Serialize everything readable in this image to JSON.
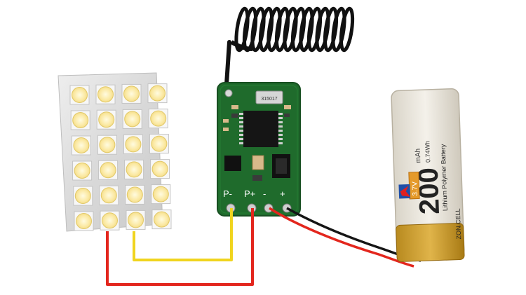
{
  "pcb": {
    "pin_labels": [
      "P-",
      "P+",
      "-",
      "+"
    ],
    "chip_text": "315017"
  },
  "battery": {
    "capacity": "200",
    "unit": "mAh",
    "energy": "0.74Wh",
    "voltage": "3.7V",
    "type": "Lithium Polymer Battery",
    "brand": "ZON.CELL"
  },
  "wires": {
    "colors": {
      "red": "#e3261d",
      "yellow": "#f0d41e",
      "black": "#151515"
    }
  }
}
